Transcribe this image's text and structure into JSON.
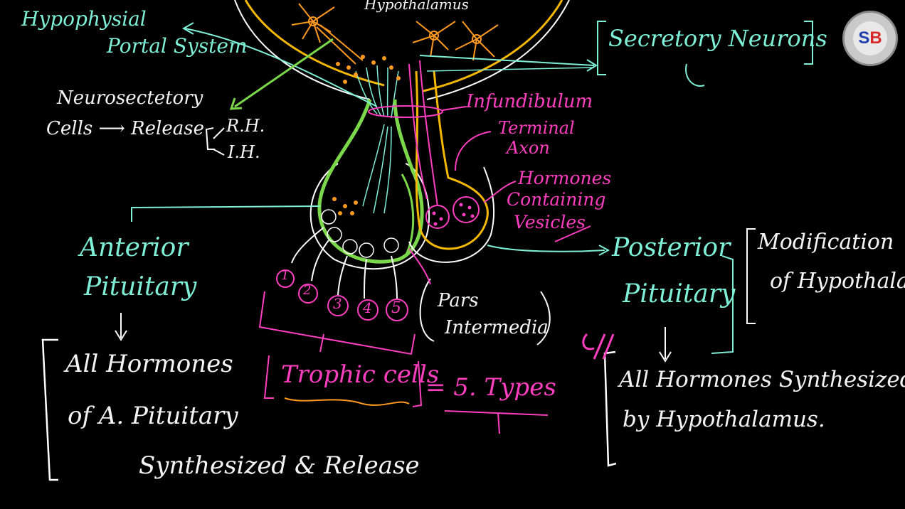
{
  "labels": {
    "hypothalamus": "Hypothalamus",
    "hypophysial_1": "Hypophysial",
    "hypophysial_2": "Portal System",
    "neurosecretory_1": "Neurosectetory",
    "neurosecretory_2": "Cells ⟶ Release",
    "rh": "R.H.",
    "ih": "I.H.",
    "secretory_neurons": "Secretory Neurons",
    "infundibulum": "Infundibulum",
    "terminal_1": "Terminal",
    "terminal_2": "Axon",
    "hormones_1": "Hormones",
    "hormones_2": "Containing",
    "hormones_3": "Vesicles",
    "anterior_1": "Anterior",
    "anterior_2": "Pituitary",
    "posterior_1": "Posterior",
    "posterior_2": "Pituitary",
    "modification_1": "Modification",
    "modification_2": "of Hypothalam",
    "pars_1": "Pars",
    "pars_2": "Intermedia",
    "trophic": "Trophic cells",
    "eq": "= 5. Types",
    "ant_note_1": "All Hormones",
    "ant_note_2": "of A. Pituitary",
    "ant_note_3": "Synthesized & Release",
    "post_note_1": "All Hormones Synthesized",
    "post_note_2": "by Hypothalamus."
  },
  "cell_numbers": [
    "1",
    "2",
    "3",
    "4",
    "5"
  ],
  "logo": {
    "s": "S",
    "b": "B"
  },
  "colors": {
    "white": "#f4f4f4",
    "cyan": "#7ff0d8",
    "pink": "#ff3fbf",
    "orange": "#ffb347",
    "green": "#7bd84a",
    "yellow": "#f5b800"
  }
}
